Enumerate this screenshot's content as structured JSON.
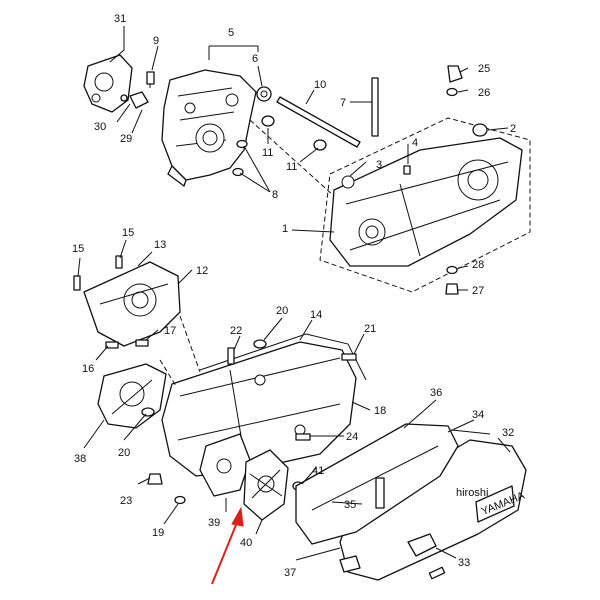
{
  "callouts": {
    "c1": "1",
    "c2": "2",
    "c3": "3",
    "c4": "4",
    "c5": "5",
    "c6": "6",
    "c7": "7",
    "c8": "8",
    "c9": "9",
    "c10": "10",
    "c11a": "11",
    "c11b": "11",
    "c12": "12",
    "c13": "13",
    "c14": "14",
    "c15a": "15",
    "c15b": "15",
    "c16": "16",
    "c17": "17",
    "c18": "18",
    "c19": "19",
    "c20a": "20",
    "c20b": "20",
    "c21": "21",
    "c22": "22",
    "c23": "23",
    "c24": "24",
    "c25": "25",
    "c26": "26",
    "c27": "27",
    "c28": "28",
    "c29": "29",
    "c30": "30",
    "c31": "31",
    "c32": "32",
    "c33": "33",
    "c34": "34",
    "c35": "35",
    "c36": "36",
    "c37": "37",
    "c38": "38",
    "c39": "39",
    "c40": "40",
    "c41": "41"
  },
  "watermark": "hiroshi",
  "emblem": "YAMAHA",
  "colors": {
    "ink": "#111111",
    "arrow": "#d8231b",
    "background": "#ffffff"
  }
}
